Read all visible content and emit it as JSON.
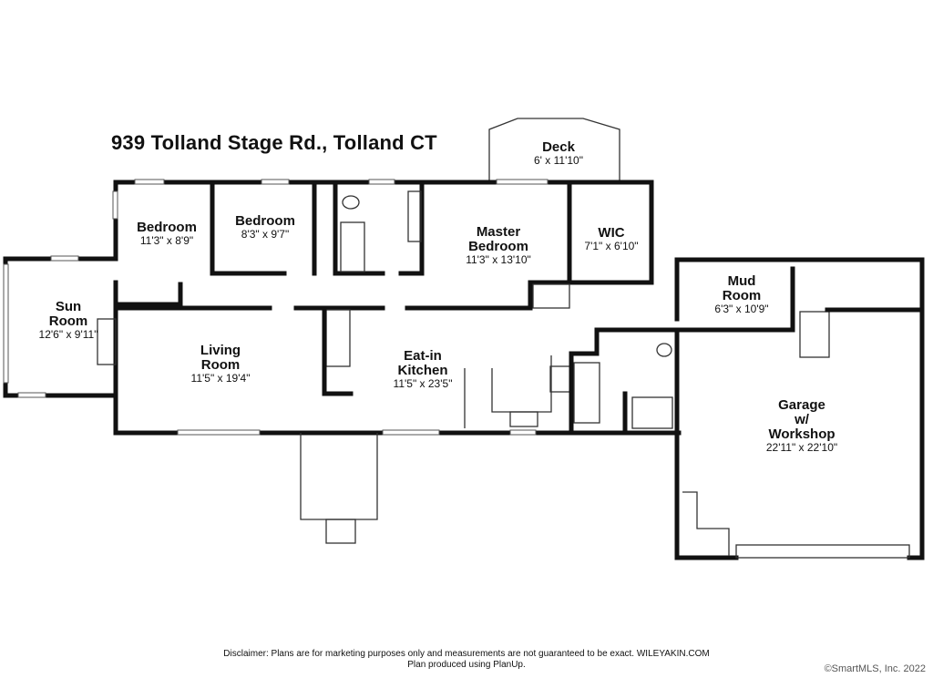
{
  "title": "939 Tolland Stage Rd., Tolland CT",
  "rooms": [
    {
      "id": "deck",
      "name": [
        "Deck"
      ],
      "dims": "6' x 11'10\""
    },
    {
      "id": "bedroom-1",
      "name": [
        "Bedroom"
      ],
      "dims": "11'3\" x 8'9\""
    },
    {
      "id": "bedroom-2",
      "name": [
        "Bedroom"
      ],
      "dims": "8'3\" x 9'7\""
    },
    {
      "id": "master-bedroom",
      "name": [
        "Master",
        "Bedroom"
      ],
      "dims": "11'3\" x 13'10\""
    },
    {
      "id": "wic",
      "name": [
        "WIC"
      ],
      "dims": "7'1\" x 6'10\""
    },
    {
      "id": "sun-room",
      "name": [
        "Sun",
        "Room"
      ],
      "dims": "12'6\" x 9'11\""
    },
    {
      "id": "living-room",
      "name": [
        "Living",
        "Room"
      ],
      "dims": "11'5\" x 19'4\""
    },
    {
      "id": "eat-in-kitchen",
      "name": [
        "Eat-in",
        "Kitchen"
      ],
      "dims": "11'5\" x 23'5\""
    },
    {
      "id": "mud-room",
      "name": [
        "Mud",
        "Room"
      ],
      "dims": "6'3\" x 10'9\""
    },
    {
      "id": "garage",
      "name": [
        "Garage",
        "w/",
        "Workshop"
      ],
      "dims": "22'11\" x 22'10\""
    }
  ],
  "disclaimer": {
    "line1": "Disclaimer: Plans are for marketing purposes only and measurements are not guaranteed to be exact. WILEYAKIN.COM",
    "line2": "Plan produced using PlanUp."
  },
  "copyright": "©SmartMLS, Inc.  2022"
}
